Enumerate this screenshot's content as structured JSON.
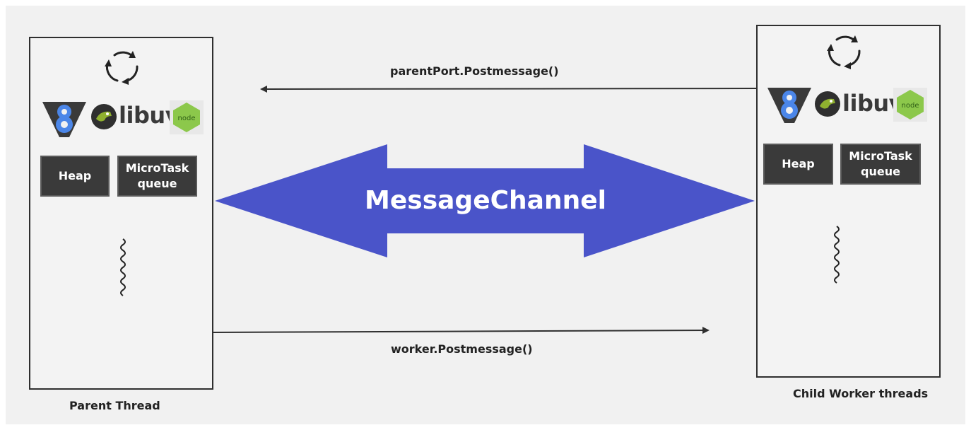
{
  "diagram": {
    "channel_label": "MessageChannel",
    "parent_to_child_label": "worker.Postmessage()",
    "child_to_parent_label": "parentPort.Postmessage()",
    "arrow_color": "#4a54c9"
  },
  "parent": {
    "caption": "Parent Thread",
    "heap_label": "Heap",
    "microtask_label_line1": "MicroTask",
    "microtask_label_line2": "queue",
    "libuv_text": "libuv",
    "node_text": "node",
    "icons": [
      "cycle-icon",
      "v8-logo",
      "libuv-dino-icon",
      "nodejs-logo",
      "squiggle-icon"
    ]
  },
  "child": {
    "caption": "Child Worker threads",
    "heap_label": "Heap",
    "microtask_label_line1": "MicroTask",
    "microtask_label_line2": "queue",
    "libuv_text": "libuv",
    "node_text": "node",
    "icons": [
      "cycle-icon",
      "v8-logo",
      "libuv-dino-icon",
      "nodejs-logo",
      "squiggle-icon"
    ]
  }
}
